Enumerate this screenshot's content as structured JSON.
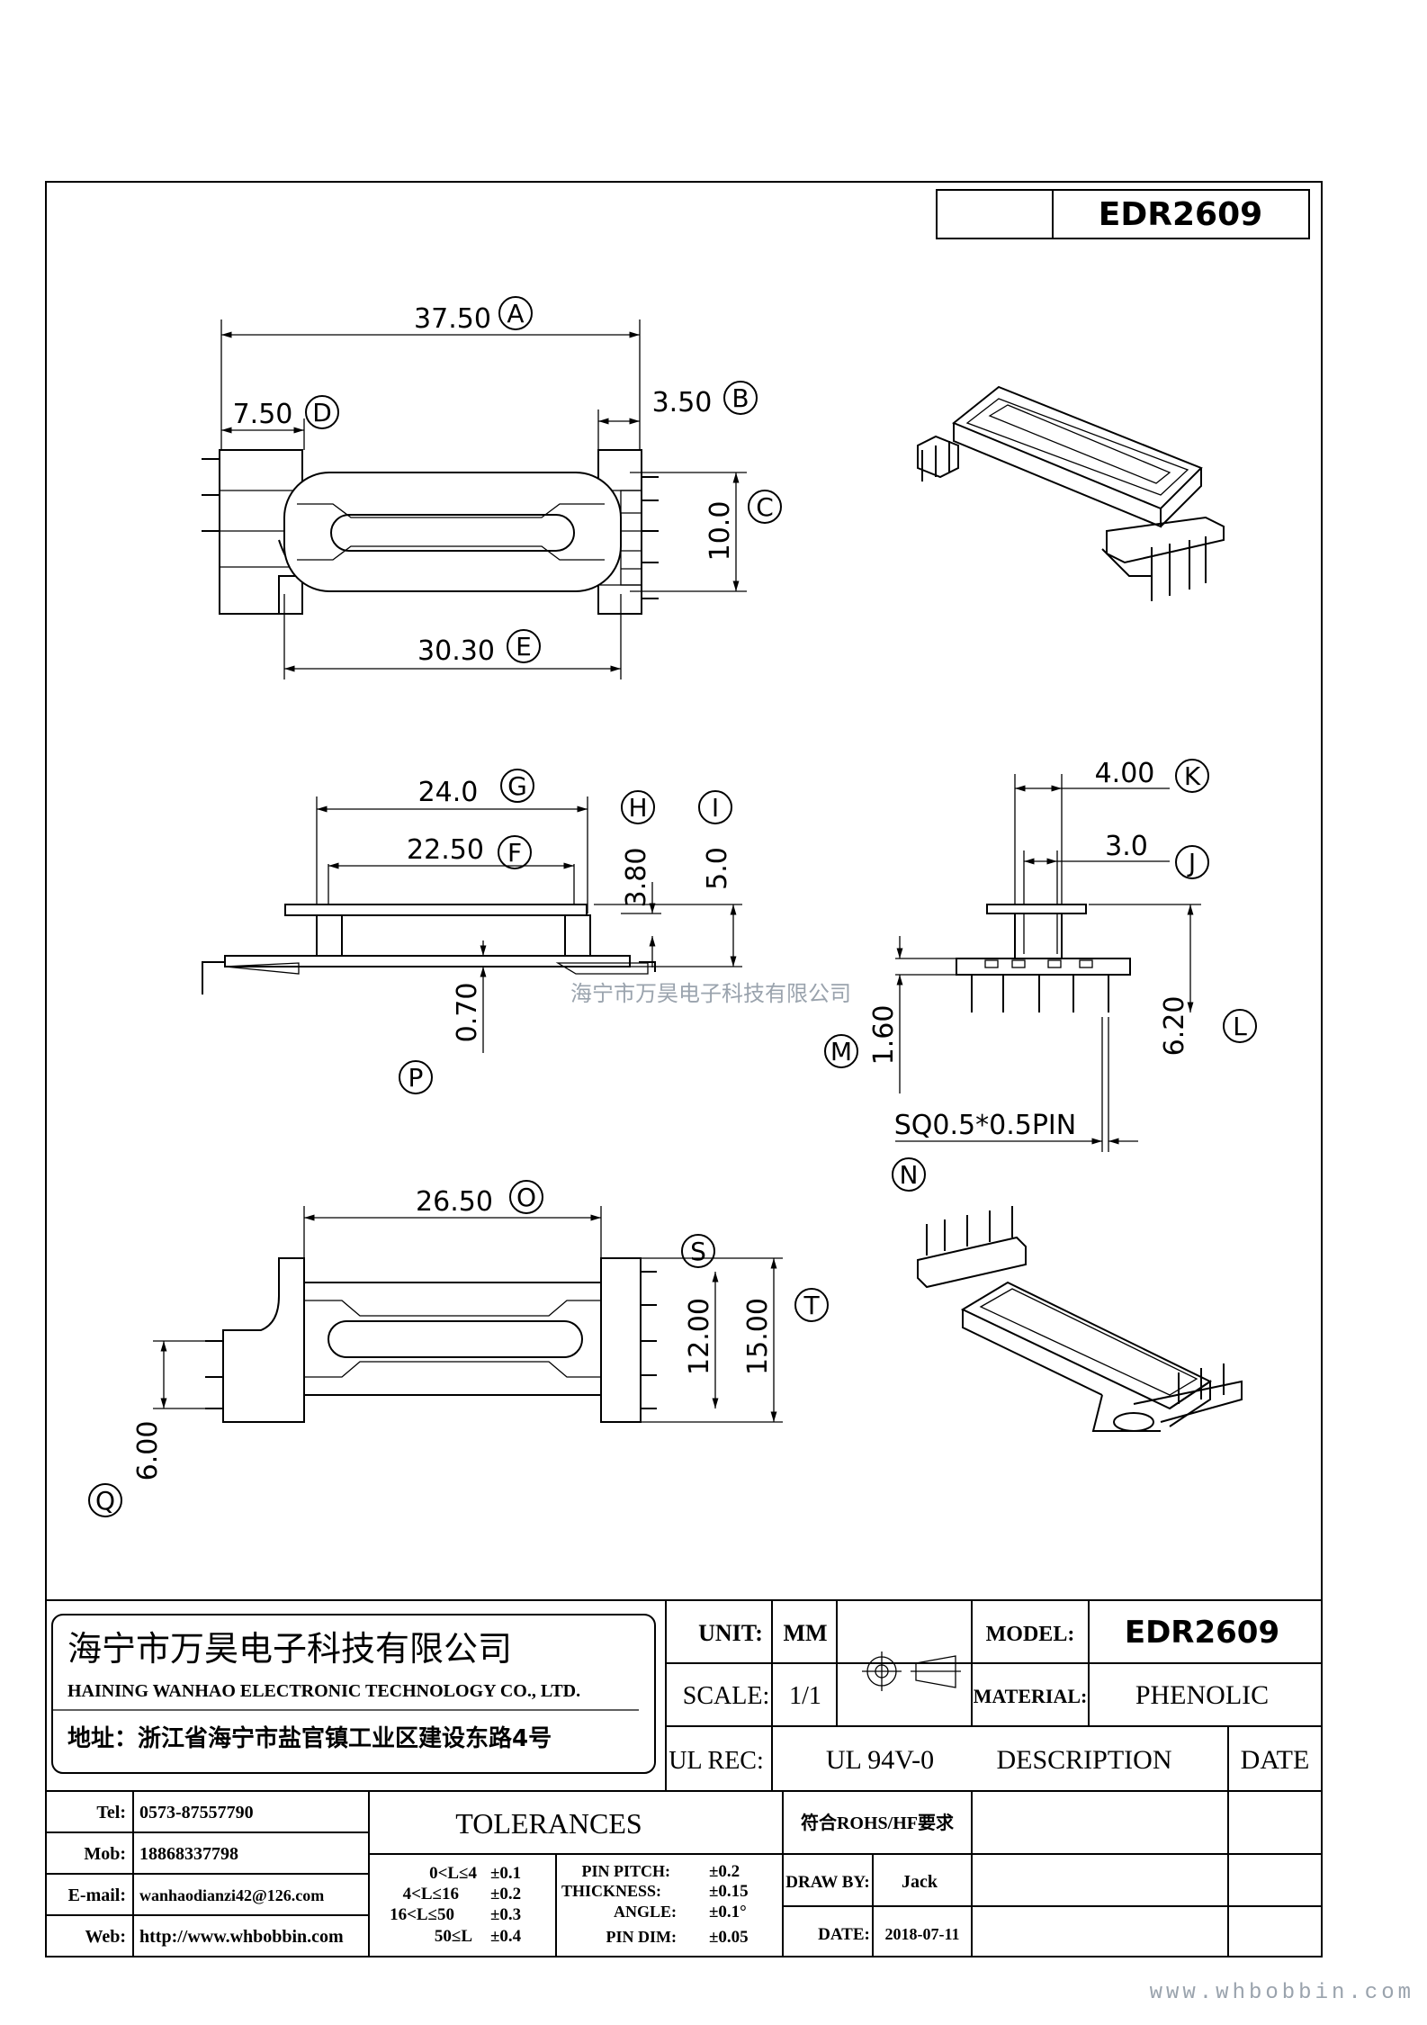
{
  "part_number_box": "EDR2609",
  "watermark_center": "海宁市万昊电子科技有限公司",
  "watermark_bottom": "www.whbobbin.com",
  "dimensions": {
    "A": {
      "value": "37.50",
      "letter": "A"
    },
    "B": {
      "value": "3.50",
      "letter": "B"
    },
    "C": {
      "value": "10.0",
      "letter": "C"
    },
    "D": {
      "value": "7.50",
      "letter": "D"
    },
    "E": {
      "value": "30.30",
      "letter": "E"
    },
    "F": {
      "value": "22.50",
      "letter": "F"
    },
    "G": {
      "value": "24.0",
      "letter": "G"
    },
    "H": {
      "value": "3.80",
      "letter": "H"
    },
    "I": {
      "value": "5.0",
      "letter": "I"
    },
    "J": {
      "value": "3.0",
      "letter": "J"
    },
    "K": {
      "value": "4.00",
      "letter": "K"
    },
    "L": {
      "value": "6.20",
      "letter": "L"
    },
    "M": {
      "value": "1.60",
      "letter": "M"
    },
    "N": {
      "value": "SQ0.5*0.5PIN",
      "letter": "N"
    },
    "O": {
      "value": "26.50",
      "letter": "O"
    },
    "P": {
      "value": "0.70",
      "letter": "P"
    },
    "Q": {
      "value": "6.00",
      "letter": "Q"
    },
    "S": {
      "value": "12.00",
      "letter": "S"
    },
    "T": {
      "value": "15.00",
      "letter": "T"
    }
  },
  "company": {
    "name_cn": "海宁市万昊电子科技有限公司",
    "name_en": "HAINING WANHAO ELECTRONIC TECHNOLOGY CO., LTD.",
    "address": "地址：浙江省海宁市盐官镇工业区建设东路4号"
  },
  "title_block": {
    "unit_label": "UNIT:",
    "unit_value": "MM",
    "scale_label": "SCALE:",
    "scale_value": "1/1",
    "model_label": "MODEL:",
    "model_value": "EDR2609",
    "material_label": "MATERIAL:",
    "material_value": "PHENOLIC",
    "ulrec_label": "UL REC:",
    "ulrec_value": "UL 94V-0",
    "description_label": "DESCRIPTION",
    "date_label": "DATE",
    "rohs_note": "符合ROHS/HF要求",
    "drawby_label": "DRAW BY:",
    "drawby_value": "Jack",
    "date2_label": "DATE:",
    "date2_value": "2018-07-11"
  },
  "contact": {
    "tel_label": "Tel:",
    "tel_value": "0573-87557790",
    "mob_label": "Mob:",
    "mob_value": "18868337798",
    "email_label": "E-mail:",
    "email_value": "wanhaodianzi42@126.com",
    "web_label": "Web:",
    "web_value": "http://www.whbobbin.com"
  },
  "tolerances": {
    "title": "TOLERANCES",
    "rows": [
      {
        "range": "0<L≤4",
        "tol": "±0.1"
      },
      {
        "range": "4<L≤16",
        "tol": "±0.2"
      },
      {
        "range": "16<L≤50",
        "tol": "±0.3"
      },
      {
        "range": "50≤L",
        "tol": "±0.4"
      }
    ],
    "extras": [
      {
        "label": "PIN PITCH:",
        "tol": "±0.2"
      },
      {
        "label": "THICKNESS:",
        "tol": "±0.15"
      },
      {
        "label": "ANGLE:",
        "tol": "±0.1°"
      },
      {
        "label": "PIN DIM:",
        "tol": "±0.05"
      }
    ]
  }
}
